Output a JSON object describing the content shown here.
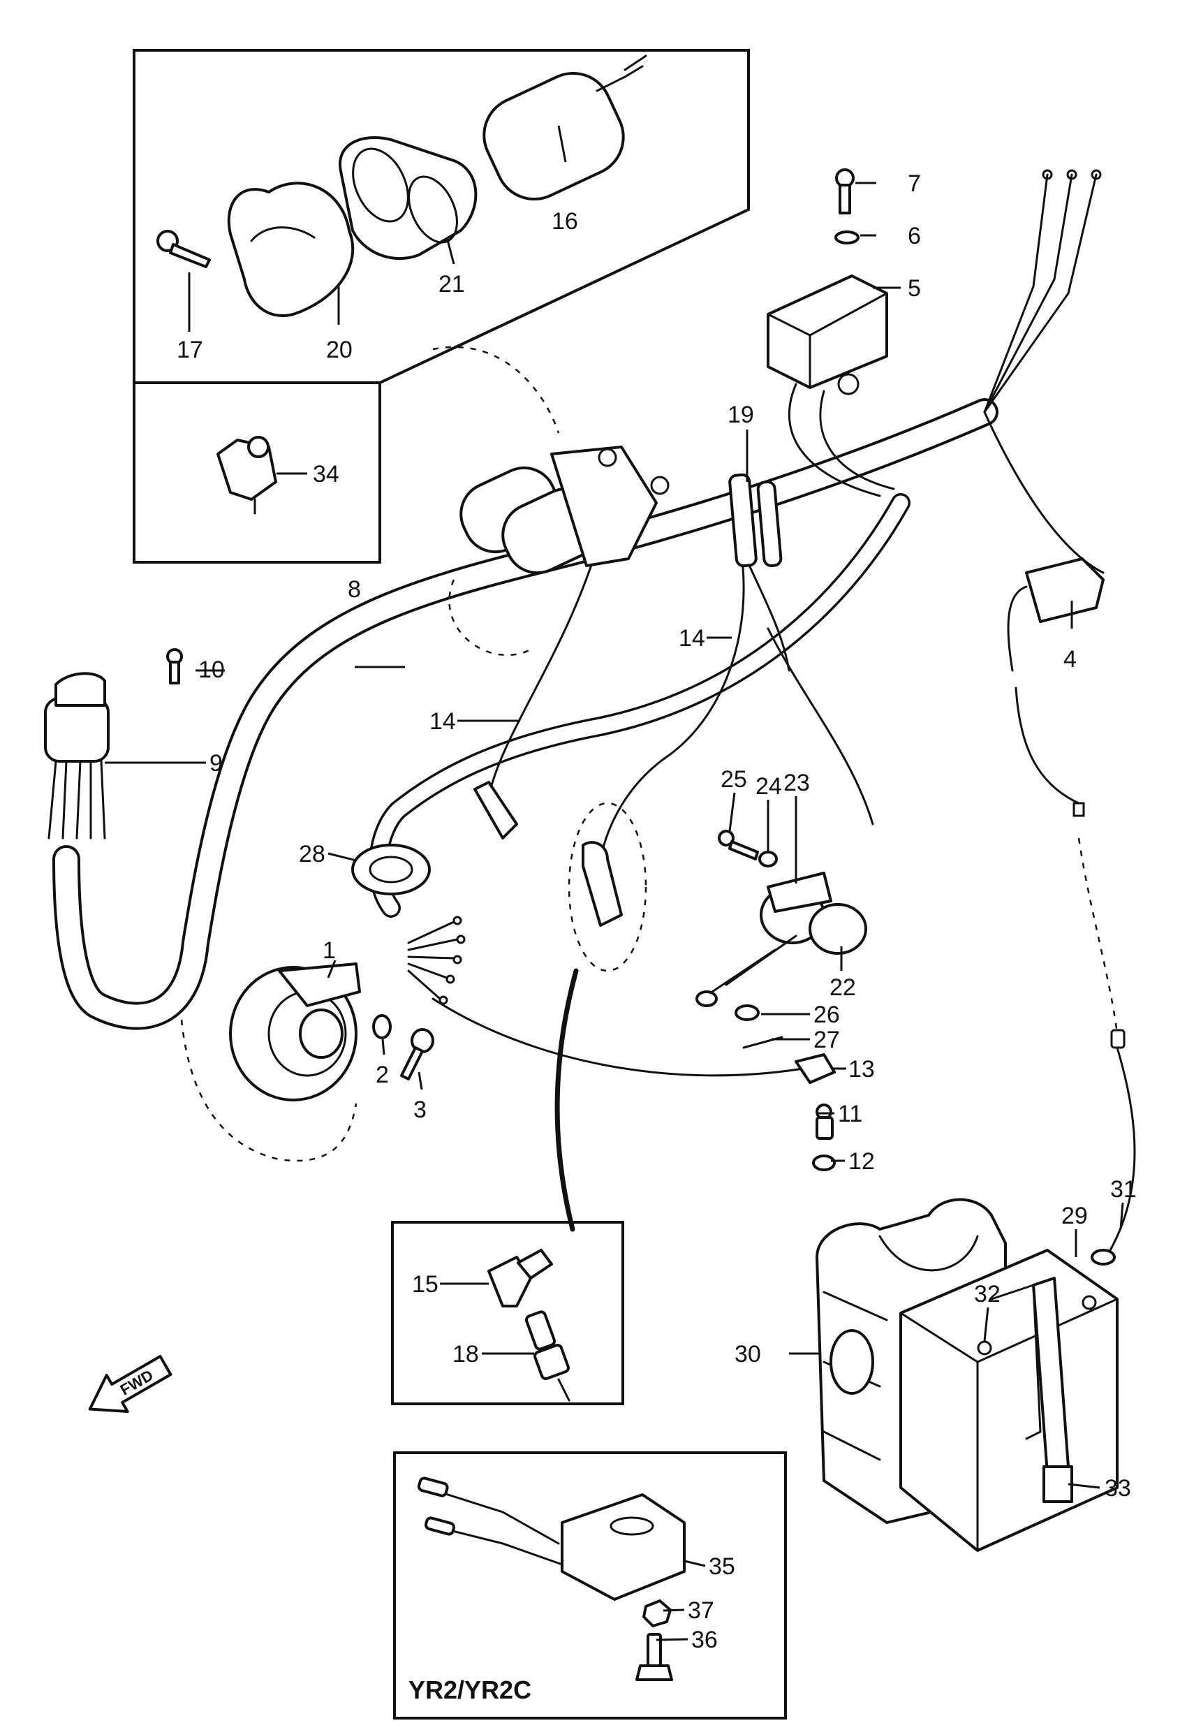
{
  "callouts": {
    "p1": "1",
    "p2": "2",
    "p3": "3",
    "p4": "4",
    "p5": "5",
    "p6": "6",
    "p7": "7",
    "p8": "8",
    "p9": "9",
    "p10": "10",
    "p11": "11",
    "p12": "12",
    "p13": "13",
    "p14a": "14",
    "p14b": "14",
    "p15": "15",
    "p16": "16",
    "p17": "17",
    "p18": "18",
    "p19": "19",
    "p20": "20",
    "p21": "21",
    "p22": "22",
    "p23": "23",
    "p24": "24",
    "p25": "25",
    "p26": "26",
    "p27": "27",
    "p28": "28",
    "p29": "29",
    "p30": "30",
    "p31": "31",
    "p32": "32",
    "p33": "33",
    "p34": "34",
    "p35": "35",
    "p36": "36",
    "p37": "37"
  },
  "inset_model_label": "YR2/YR2C",
  "fwd_label": "FWD",
  "colors": {
    "ink": "#111111",
    "paper": "#ffffff"
  },
  "icons": {
    "direction": "fwd-arrow-icon"
  }
}
